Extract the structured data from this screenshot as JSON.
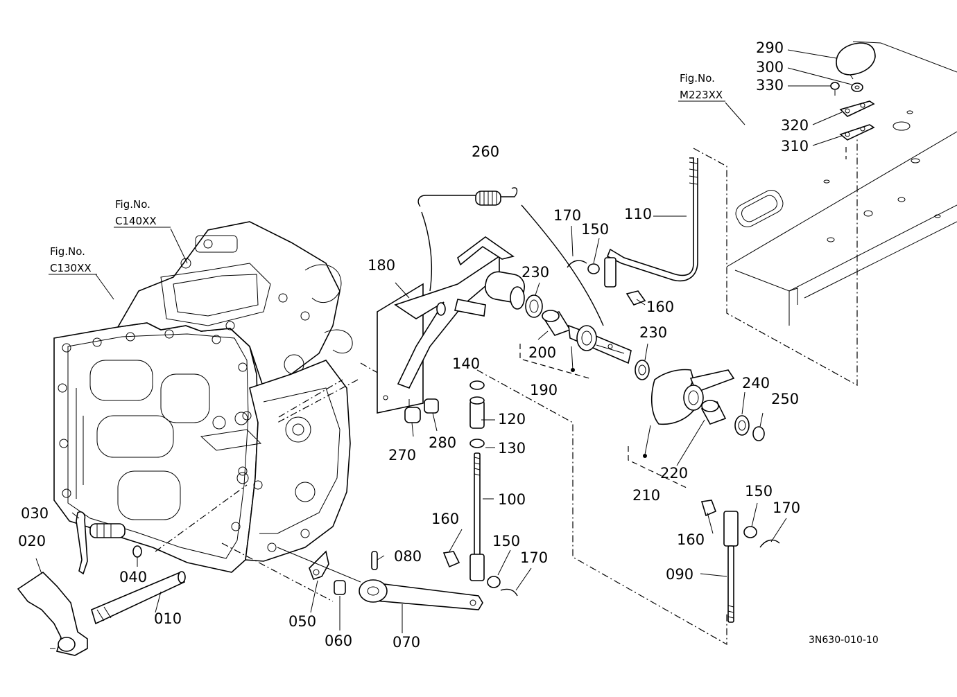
{
  "diagram": {
    "drawing_code": "3N630-010-10",
    "figure_refs": [
      {
        "id": "c130",
        "label": "Fig.No.",
        "code": "C130XX"
      },
      {
        "id": "c140",
        "label": "Fig.No.",
        "code": "C140XX"
      },
      {
        "id": "m223",
        "label": "Fig.No.",
        "code": "M223XX"
      }
    ],
    "callouts": [
      {
        "id": "p290",
        "text": "290"
      },
      {
        "id": "p300",
        "text": "300"
      },
      {
        "id": "p330",
        "text": "330"
      },
      {
        "id": "p320",
        "text": "320"
      },
      {
        "id": "p310",
        "text": "310"
      },
      {
        "id": "p260",
        "text": "260"
      },
      {
        "id": "p170a",
        "text": "170"
      },
      {
        "id": "p150a",
        "text": "150"
      },
      {
        "id": "p110",
        "text": "110"
      },
      {
        "id": "p180",
        "text": "180"
      },
      {
        "id": "p230a",
        "text": "230"
      },
      {
        "id": "p160a",
        "text": "160"
      },
      {
        "id": "p200",
        "text": "200"
      },
      {
        "id": "p230b",
        "text": "230"
      },
      {
        "id": "p190",
        "text": "190"
      },
      {
        "id": "p140",
        "text": "140"
      },
      {
        "id": "p120",
        "text": "120"
      },
      {
        "id": "p240",
        "text": "240"
      },
      {
        "id": "p250",
        "text": "250"
      },
      {
        "id": "p270",
        "text": "270"
      },
      {
        "id": "p280",
        "text": "280"
      },
      {
        "id": "p130",
        "text": "130"
      },
      {
        "id": "p220",
        "text": "220"
      },
      {
        "id": "p210",
        "text": "210"
      },
      {
        "id": "p100",
        "text": "100"
      },
      {
        "id": "p150b",
        "text": "150"
      },
      {
        "id": "p170b",
        "text": "170"
      },
      {
        "id": "p030",
        "text": "030"
      },
      {
        "id": "p160b",
        "text": "160"
      },
      {
        "id": "p020",
        "text": "020"
      },
      {
        "id": "p160c",
        "text": "160"
      },
      {
        "id": "p150c",
        "text": "150"
      },
      {
        "id": "p170c",
        "text": "170"
      },
      {
        "id": "p080",
        "text": "080"
      },
      {
        "id": "p040",
        "text": "040"
      },
      {
        "id": "p090",
        "text": "090"
      },
      {
        "id": "p010",
        "text": "010"
      },
      {
        "id": "p050",
        "text": "050"
      },
      {
        "id": "p060",
        "text": "060"
      },
      {
        "id": "p070",
        "text": "070"
      }
    ]
  }
}
